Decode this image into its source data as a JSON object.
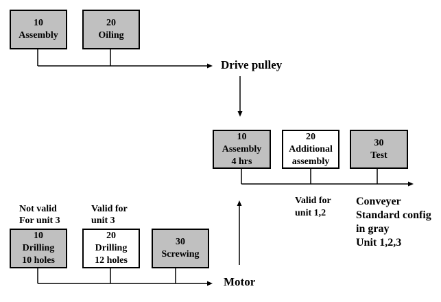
{
  "colors": {
    "background": "#ffffff",
    "gray_fill": "#c0c0c0",
    "white_fill": "#ffffff",
    "border": "#000000",
    "line": "#000000"
  },
  "top_row": {
    "box_assembly": {
      "num": "10",
      "name": "Assembly"
    },
    "box_oiling": {
      "num": "20",
      "name": "Oiling"
    },
    "output_label": "Drive pulley"
  },
  "middle_row": {
    "box_assembly": {
      "num": "10",
      "name": "Assembly",
      "detail": "4 hrs"
    },
    "box_additional": {
      "num": "20",
      "name": "Additional",
      "detail": "assembly"
    },
    "box_test": {
      "num": "30",
      "name": "Test"
    },
    "note_valid": {
      "line1": "Valid for",
      "line2": "unit 1,2"
    },
    "legend": {
      "line1": "Conveyer",
      "line2": "Standard config",
      "line3": "in gray",
      "line4": "Unit 1,2,3"
    }
  },
  "bottom_row": {
    "note_not_valid": {
      "line1": "Not valid",
      "line2": "For unit 3"
    },
    "note_valid": {
      "line1": "Valid for",
      "line2": "unit 3"
    },
    "box_drilling_10": {
      "num": "10",
      "name": "Drilling",
      "detail": "10 holes"
    },
    "box_drilling_12": {
      "num": "20",
      "name": "Drilling",
      "detail": "12 holes"
    },
    "box_screwing": {
      "num": "30",
      "name": "Screwing"
    },
    "output_label": "Motor"
  }
}
